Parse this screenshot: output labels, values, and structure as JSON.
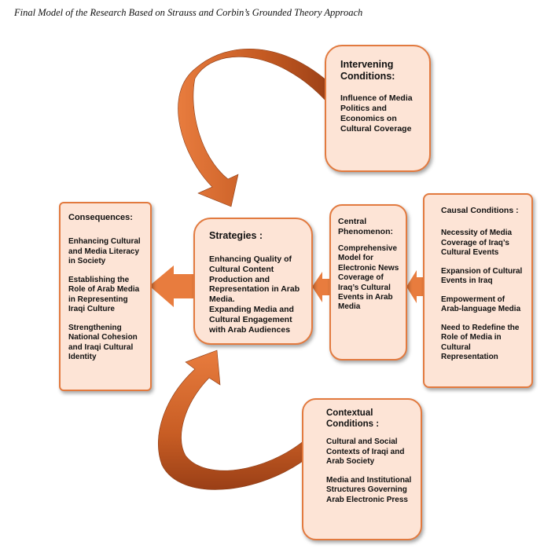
{
  "caption": "Final Model of the Research Based on Strauss and Corbin’s Grounded Theory Approach",
  "colors": {
    "box_fill": "#fde4d6",
    "box_border": "#e27a3f",
    "arrow_orange": "#e87c3e",
    "arrow_dark": "#a2451a"
  },
  "boxes": {
    "intervening": {
      "title": "Intervening Conditions:",
      "items": [
        "Influence of Media Politics and Economics on Cultural Coverage"
      ]
    },
    "consequences": {
      "title": "Consequences:",
      "items": [
        "Enhancing Cultural and Media Literacy in Society",
        "Establishing the Role of Arab Media in Representing Iraqi Culture",
        "Strengthening National Cohesion and Iraqi Cultural Identity"
      ]
    },
    "strategies": {
      "title": "Strategies :",
      "items": [
        "Enhancing Quality of Cultural Content Production and Representation in Arab Media.",
        "Expanding Media and Cultural Engagement with Arab Audiences"
      ]
    },
    "central": {
      "title": "Central Phenomenon:",
      "items": [
        "Comprehensive Model for Electronic News Coverage of Iraq’s Cultural Events in Arab Media"
      ]
    },
    "causal": {
      "title": "Causal Conditions :",
      "items": [
        "Necessity of Media Coverage of Iraq’s Cultural Events",
        "Expansion of Cultural Events in Iraq",
        "Empowerment of Arab-language Media",
        "Need to Redefine the Role of Media in Cultural Representation"
      ]
    },
    "contextual": {
      "title": "Contextual Conditions :",
      "items": [
        "Cultural and Social Contexts of Iraqi and Arab Society",
        "Media and Institutional Structures Governing Arab Electronic Press"
      ]
    }
  }
}
